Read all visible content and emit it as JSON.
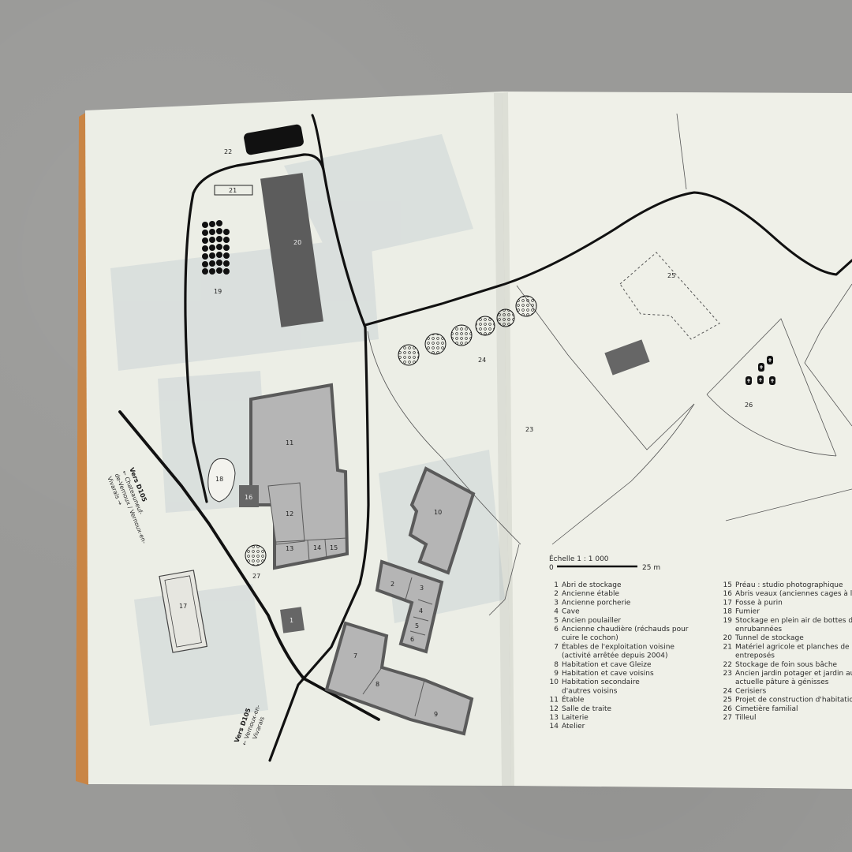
{
  "map": {
    "scale": {
      "title": "Échelle 1 : 1 000",
      "start": "0",
      "end": "25 m"
    },
    "roads": [
      {
        "title": "Vers D105",
        "line1": "← Chateauneuf-",
        "line2": "de-Vernoux / Vernoux-en-",
        "line3": "Vivarais →"
      },
      {
        "title": "Vers D105",
        "line1": "← Vernoux-en-",
        "line2": "Vivarais",
        "line3": ""
      }
    ],
    "labels": {
      "n1": "1",
      "n2": "2",
      "n3": "3",
      "n4": "4",
      "n5": "5",
      "n6": "6",
      "n7": "7",
      "n8": "8",
      "n9": "9",
      "n10": "10",
      "n11": "11",
      "n12": "12",
      "n13": "13",
      "n14": "14",
      "n15": "15",
      "n16": "16",
      "n17": "17",
      "n18": "18",
      "n19": "19",
      "n20": "20",
      "n21": "21",
      "n22": "22",
      "n23": "23",
      "n24": "24",
      "n25": "25",
      "n26": "26",
      "n27": "27"
    },
    "legend": [
      {
        "num": "1",
        "text": "Abri de stockage"
      },
      {
        "num": "2",
        "text": "Ancienne étable"
      },
      {
        "num": "3",
        "text": "Ancienne porcherie"
      },
      {
        "num": "4",
        "text": "Cave"
      },
      {
        "num": "5",
        "text": "Ancien poulailler"
      },
      {
        "num": "6",
        "text": "Ancienne chaudière (réchauds pour",
        "cont": "cuire le cochon)"
      },
      {
        "num": "7",
        "text": "Étables de l'exploitation voisine",
        "cont": "(activité arrêtée depuis 2004)"
      },
      {
        "num": "8",
        "text": "Habitation et cave Gleize"
      },
      {
        "num": "9",
        "text": "Habitation et cave voisins"
      },
      {
        "num": "10",
        "text": "Habitation secondaire",
        "cont": "d'autres voisins"
      },
      {
        "num": "11",
        "text": "Étable"
      },
      {
        "num": "12",
        "text": "Salle de traite"
      },
      {
        "num": "13",
        "text": "Laiterie"
      },
      {
        "num": "14",
        "text": "Atelier"
      },
      {
        "num": "15",
        "text": "Préau : studio photographique"
      },
      {
        "num": "16",
        "text": "Abris veaux (anciennes cages à lapi"
      },
      {
        "num": "17",
        "text": "Fosse à purin"
      },
      {
        "num": "18",
        "text": "Fumier"
      },
      {
        "num": "19",
        "text": "Stockage en plein air de bottes de f",
        "cont": "enrubannées"
      },
      {
        "num": "20",
        "text": "Tunnel de stockage"
      },
      {
        "num": "21",
        "text": "Matériel agricole et planches de boi",
        "cont": "entreposés"
      },
      {
        "num": "22",
        "text": "Stockage de foin sous bâche"
      },
      {
        "num": "23",
        "text": "Ancien jardin potager et jardin aux",
        "cont": "actuelle pâture à génisses"
      },
      {
        "num": "24",
        "text": "Cerisiers"
      },
      {
        "num": "25",
        "text": "Projet de construction d'habitation"
      },
      {
        "num": "26",
        "text": "Cimetière familial"
      },
      {
        "num": "27",
        "text": "Tilleul"
      }
    ]
  }
}
